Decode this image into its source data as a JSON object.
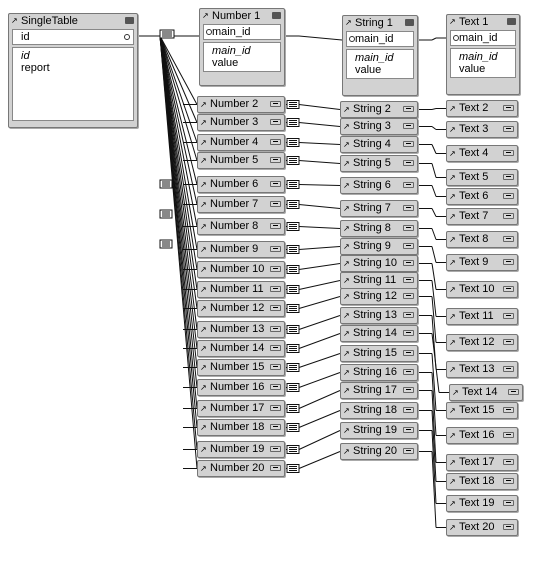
{
  "single_table": {
    "name": "SingleTable",
    "key": "id",
    "fields": [
      "id",
      "report"
    ]
  },
  "number_1": {
    "name": "Number 1",
    "key": "main_id",
    "fields": [
      "main_id",
      "value"
    ]
  },
  "string_1": {
    "name": "String 1",
    "key": "main_id",
    "fields": [
      "main_id",
      "value"
    ]
  },
  "text_1": {
    "name": "Text 1",
    "key": "main_id",
    "fields": [
      "main_id",
      "value"
    ]
  },
  "number_tables": [
    "Number 2",
    "Number 3",
    "Number 4",
    "Number 5",
    "Number 6",
    "Number 7",
    "Number 8",
    "Number 9",
    "Number 10",
    "Number 11",
    "Number 12",
    "Number 13",
    "Number 14",
    "Number 15",
    "Number 16",
    "Number 17",
    "Number 18",
    "Number 19",
    "Number 20"
  ],
  "string_tables": [
    "String 2",
    "String 3",
    "String 4",
    "String 5",
    "String 6",
    "String 7",
    "String 8",
    "String 9",
    "String 10",
    "String 11",
    "String 12",
    "String 13",
    "String 14",
    "String 15",
    "String 16",
    "String 17",
    "String 18",
    "String 19",
    "String 20"
  ],
  "text_tables": [
    "Text 2",
    "Text 3",
    "Text 4",
    "Text 5",
    "Text 6",
    "Text 7",
    "Text 8",
    "Text 9",
    "Text 10",
    "Text 11",
    "Text 12",
    "Text 13",
    "Text 14",
    "Text 15",
    "Text 16",
    "Text 17",
    "Text 18",
    "Text 19",
    "Text 20"
  ],
  "icons": {
    "table_arrow": "arrow-icon",
    "collapse": "collapse-icon"
  }
}
